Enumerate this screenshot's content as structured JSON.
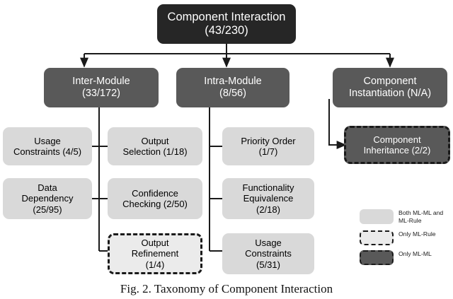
{
  "figure": {
    "caption": "Fig. 2. Taxonomy of Component Interaction"
  },
  "nodes": {
    "root": {
      "label": "Component Interaction\n(43/230)",
      "style": "Only ML-ML"
    },
    "inter_module": {
      "label": "Inter-Module\n(33/172)",
      "style": "Only ML-ML"
    },
    "intra_module": {
      "label": "Intra-Module\n(8/56)",
      "style": "Only ML-ML"
    },
    "component_instantiation": {
      "label": "Component\nInstantiation (N/A)",
      "style": "Only ML-ML"
    },
    "usage_constraints_inter": {
      "label": "Usage\nConstraints (4/5)",
      "style": "Both ML-ML and ML-Rule"
    },
    "data_dependency": {
      "label": "Data\nDependency\n(25/95)",
      "style": "Both ML-ML and ML-Rule"
    },
    "output_selection": {
      "label": "Output\nSelection (1/18)",
      "style": "Both ML-ML and ML-Rule"
    },
    "confidence_checking": {
      "label": "Confidence\nChecking (2/50)",
      "style": "Both ML-ML and ML-Rule"
    },
    "output_refinement": {
      "label": "Output\nRefinement\n(1/4)",
      "style": "Only ML-Rule"
    },
    "priority_order": {
      "label": "Priority Order\n(1/7)",
      "style": "Both ML-ML and ML-Rule"
    },
    "functionality_equivalence": {
      "label": "Functionality\nEquivalence\n(2/18)",
      "style": "Both ML-ML and ML-Rule"
    },
    "usage_constraints_intra": {
      "label": "Usage\nConstraints\n(5/31)",
      "style": "Both ML-ML and ML-Rule"
    },
    "component_inheritance": {
      "label": "Component\nInheritance (2/2)",
      "style": "Only ML-ML"
    }
  },
  "legend": {
    "items": [
      {
        "label": "Both ML-ML and\nML-Rule",
        "swatch": "light-solid",
        "color": "#d9d9d9"
      },
      {
        "label": "Only ML-Rule",
        "swatch": "light-dashed",
        "color": "#ebebeb"
      },
      {
        "label": "Only ML-ML",
        "swatch": "dark-dashed",
        "color": "#595959"
      }
    ]
  },
  "counts": {
    "root": "43/230",
    "inter_module": "33/172",
    "intra_module": "8/56",
    "component_instantiation": "N/A",
    "usage_constraints_inter": "4/5",
    "data_dependency": "25/95",
    "output_selection": "1/18",
    "confidence_checking": "2/50",
    "output_refinement": "1/4",
    "priority_order": "1/7",
    "functionality_equivalence": "2/18",
    "usage_constraints_intra": "5/31",
    "component_inheritance": "2/2"
  }
}
